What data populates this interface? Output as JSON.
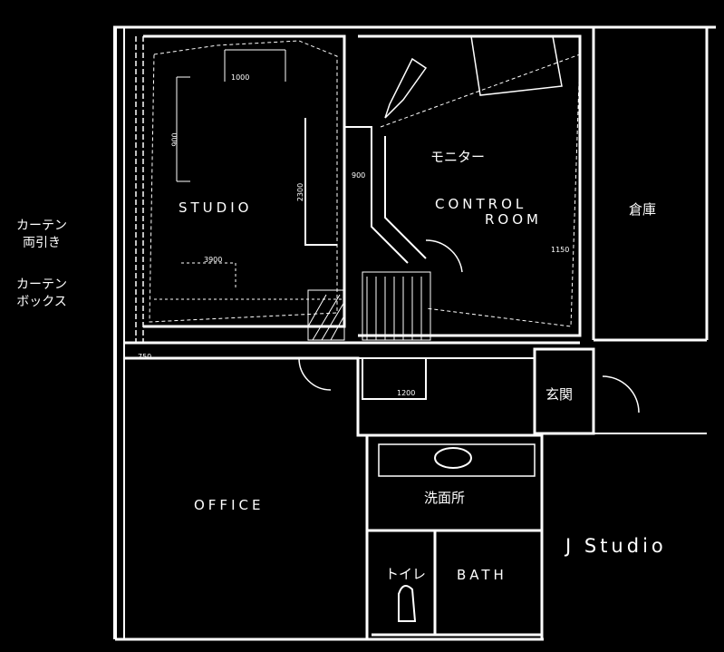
{
  "side_notes": {
    "curtain_double": [
      "カーテン",
      "両引き"
    ],
    "curtain_box": [
      "カーテン",
      "ボックス"
    ]
  },
  "rooms": {
    "studio": "STUDIO",
    "control_room": [
      "CONTROL",
      "ROOM"
    ],
    "monitor": "モニター",
    "storage": "倉庫",
    "entrance": "玄関",
    "office": "OFFICE",
    "washroom": "洗面所",
    "toilet": "トイレ",
    "bath": "BATH"
  },
  "title": "J Studio",
  "dimensions": {
    "d900": "900",
    "d2300": "2300",
    "d3900": "3900",
    "d1000": "1000",
    "d900b": "900",
    "d1150": "1150",
    "d1200": "1200",
    "d750": "750"
  }
}
